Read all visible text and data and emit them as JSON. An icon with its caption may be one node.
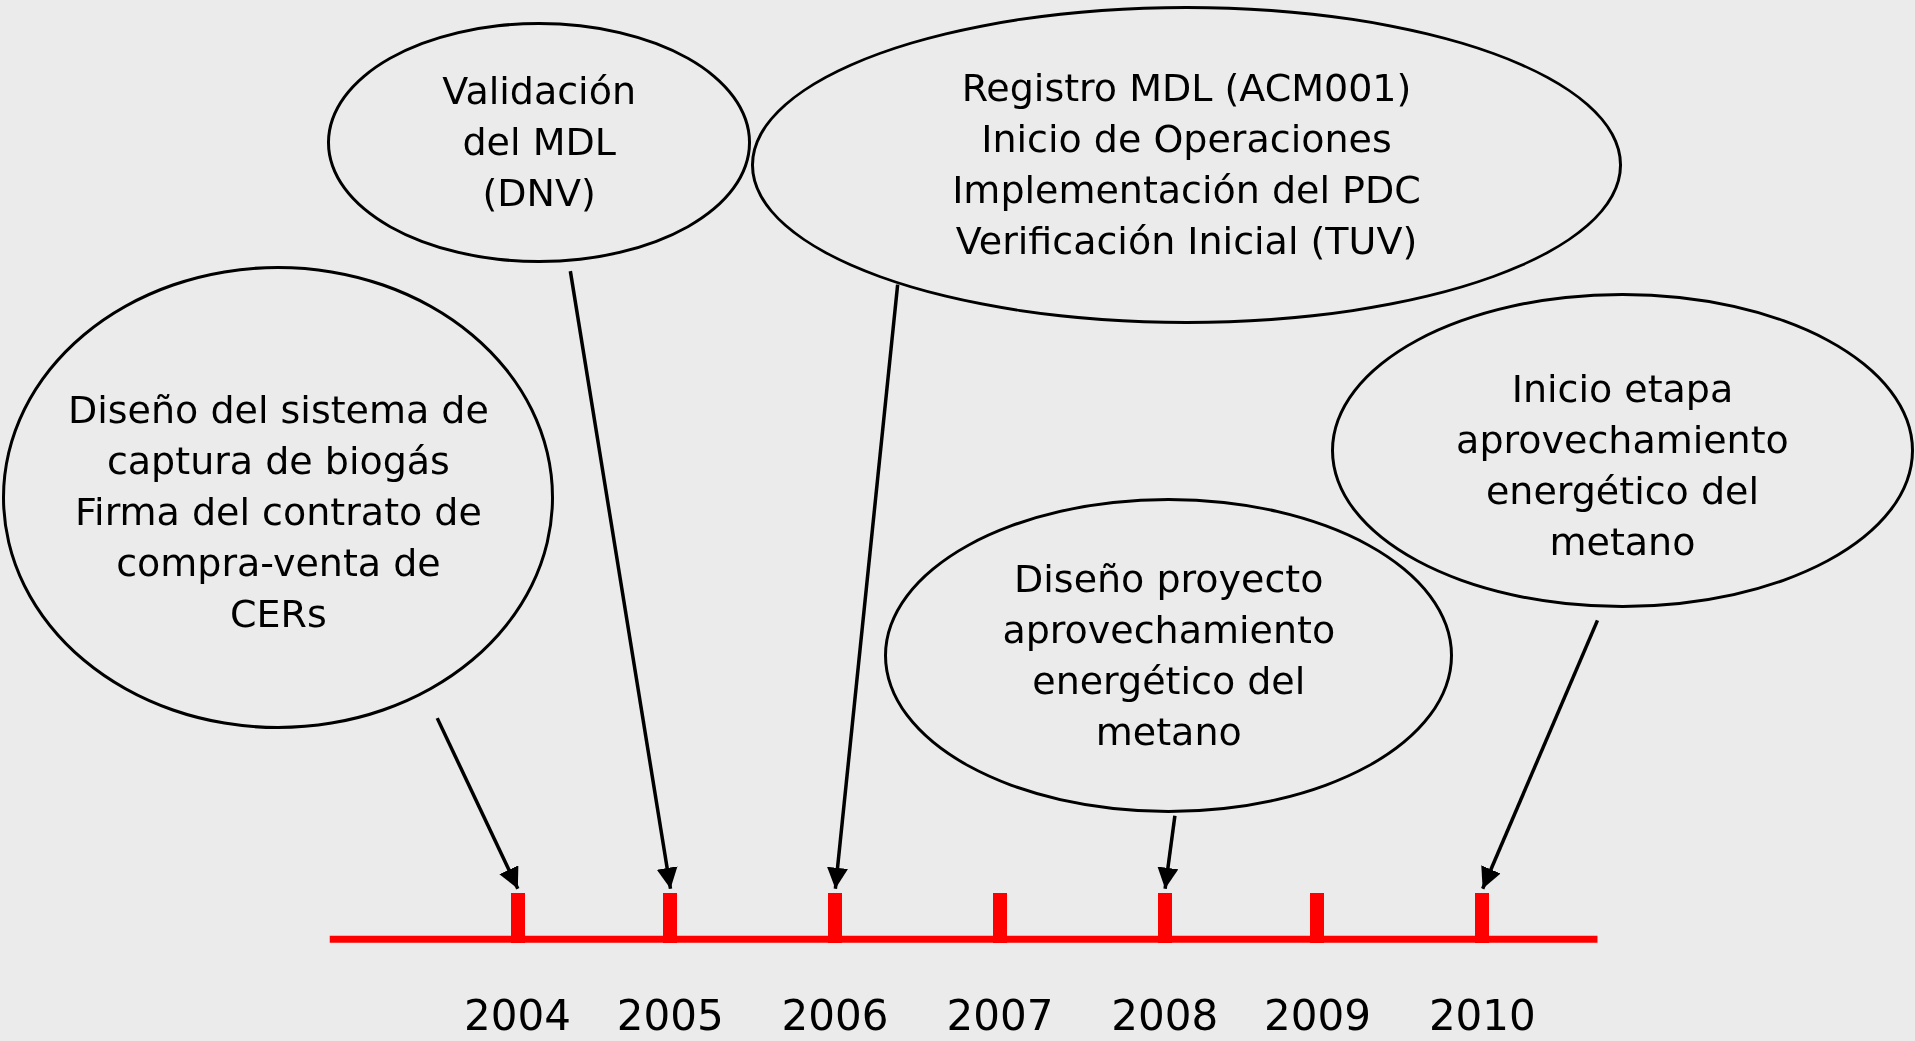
{
  "diagram": {
    "nodes": [
      {
        "text": [
          "Validación del MDL (DNV)"
        ]
      },
      {
        "text": [
          "Registro MDL (ACM001)",
          "Inicio de Operaciones",
          "Implementación del PDC",
          "Verificación Inicial (TUV)"
        ]
      },
      {
        "text": [
          "Diseño del sistema de captura de biogás",
          "Firma del contrato de compra-venta de CERs"
        ]
      },
      {
        "text": [
          "Inicio etapa aprovechamiento energético del metano"
        ]
      },
      {
        "text": [
          "Diseño proyecto aprovechamiento energético del metano"
        ]
      },
      {
        "text": [
          "2004"
        ]
      },
      {
        "text": [
          "2005"
        ]
      },
      {
        "text": [
          "2006"
        ]
      },
      {
        "text": [
          "2007"
        ]
      },
      {
        "text": [
          "2008"
        ]
      },
      {
        "text": [
          "2009"
        ]
      },
      {
        "text": [
          "2010"
        ]
      }
    ],
    "edges": [
      {
        "from": 2,
        "to": 5,
        "arrow": "to"
      },
      {
        "from": 0,
        "to": 6,
        "arrow": "to"
      },
      {
        "from": 1,
        "to": 7,
        "arrow": "to"
      },
      {
        "from": 4,
        "to": 9,
        "arrow": "to"
      },
      {
        "from": 3,
        "to": 11,
        "arrow": "to"
      }
    ]
  }
}
